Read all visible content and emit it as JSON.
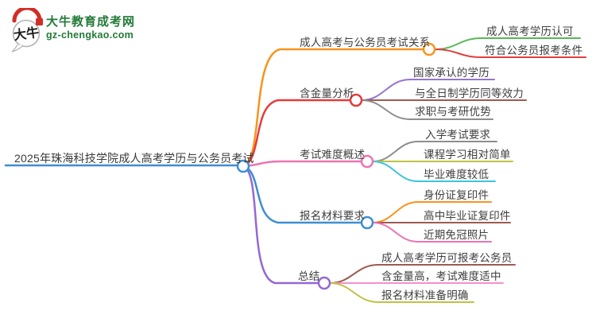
{
  "brand": {
    "bubble_text": "大牛",
    "title": "大牛教育成考网",
    "subtitle": "gz-chengkao.com",
    "green": "#227a38",
    "red": "#d22d26"
  },
  "mindmap": {
    "root": {
      "label": "2025年珠海科技学院成人高考学历与公务员考试",
      "color": "#3e8ed2"
    },
    "branches": [
      {
        "label": "成人高考与公务员考试关系",
        "color": "#f7941e",
        "children": [
          {
            "label": "成人高考学历认可",
            "color": "#56b956"
          },
          {
            "label": "符合公务员报考条件",
            "color": "#e23d3d"
          }
        ]
      },
      {
        "label": "含金量分析",
        "color": "#e23d3d",
        "children": [
          {
            "label": "国家承认的学历",
            "color": "#9575cd"
          },
          {
            "label": "与全日制学历同等效力",
            "color": "#9d5b50"
          },
          {
            "label": "求职与考研优势",
            "color": "#8d8d8d"
          }
        ]
      },
      {
        "label": "考试难度概述",
        "color": "#ee72b2",
        "children": [
          {
            "label": "入学考试要求",
            "color": "#8d8d8d"
          },
          {
            "label": "课程学习相对简单",
            "color": "#bec342"
          },
          {
            "label": "毕业难度较低",
            "color": "#3ac4e4"
          }
        ]
      },
      {
        "label": "报名材料要求",
        "color": "#3e8ed2",
        "children": [
          {
            "label": "身份证复印件",
            "color": "#f7941e"
          },
          {
            "label": "高中毕业证复印件",
            "color": "#9d5b50"
          },
          {
            "label": "近期免冠照片",
            "color": "#ee72b2"
          }
        ]
      },
      {
        "label": "总结",
        "color": "#9468d4",
        "children": [
          {
            "label": "成人高考学历可报考公务员",
            "color": "#9d5b50"
          },
          {
            "label": "含金量高，考试难度适中",
            "color": "#f590c8"
          },
          {
            "label": "报名材料准备明确",
            "color": "#bec342"
          }
        ]
      }
    ]
  }
}
